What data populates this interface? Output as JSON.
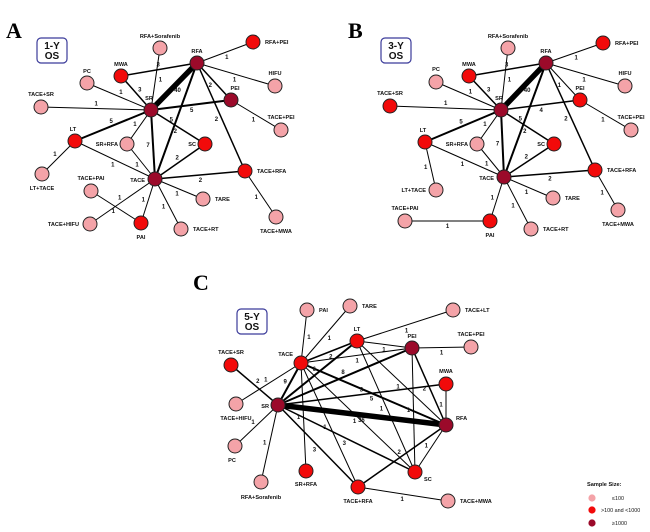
{
  "colors": {
    "small": "#f4a3a8",
    "medium": "#f20a0a",
    "large": "#9b0a2a",
    "stroke": "#222222",
    "badge_border": "#3b3b9a"
  },
  "legend": {
    "title": "Sample Size:",
    "items": [
      {
        "label": "≤100",
        "size": "small"
      },
      {
        "label": ">100 and <1000",
        "size": "medium"
      },
      {
        "label": "≥1000",
        "size": "large"
      }
    ]
  },
  "panels": [
    {
      "letter": "A",
      "badge": [
        "1-Y",
        "OS"
      ],
      "nodes": [
        {
          "id": "RFA+Sorafenib",
          "size": "small"
        },
        {
          "id": "RFA+PEI",
          "size": "medium"
        },
        {
          "id": "RFA",
          "size": "large"
        },
        {
          "id": "MWA",
          "size": "medium"
        },
        {
          "id": "PC",
          "size": "small"
        },
        {
          "id": "HIFU",
          "size": "small"
        },
        {
          "id": "TACE+SR",
          "size": "small"
        },
        {
          "id": "SR",
          "size": "large"
        },
        {
          "id": "PEI",
          "size": "large"
        },
        {
          "id": "TACE+PEI",
          "size": "small"
        },
        {
          "id": "LT",
          "size": "medium"
        },
        {
          "id": "SR+RFA",
          "size": "small"
        },
        {
          "id": "SC",
          "size": "medium"
        },
        {
          "id": "LT+TACE",
          "size": "small"
        },
        {
          "id": "TACE",
          "size": "large"
        },
        {
          "id": "TACE+RFA",
          "size": "medium"
        },
        {
          "id": "TACE+PAI",
          "size": "small"
        },
        {
          "id": "TARE",
          "size": "small"
        },
        {
          "id": "TACE+HIFU",
          "size": "small"
        },
        {
          "id": "PAI",
          "size": "medium"
        },
        {
          "id": "TACE+RT",
          "size": "small"
        },
        {
          "id": "TACE+MWA",
          "size": "small"
        }
      ],
      "edges": [
        {
          "a": "SR",
          "b": "RFA",
          "n": 40
        },
        {
          "a": "RFA",
          "b": "RFA+PEI",
          "n": 1
        },
        {
          "a": "RFA",
          "b": "HIFU",
          "n": 1
        },
        {
          "a": "RFA",
          "b": "MWA",
          "n": 3
        },
        {
          "a": "RFA",
          "b": "PEI",
          "n": 2
        },
        {
          "a": "RFA",
          "b": "TACE",
          "n": 5
        },
        {
          "a": "RFA",
          "b": "TACE+RFA",
          "n": 2
        },
        {
          "a": "SR",
          "b": "RFA+Sorafenib",
          "n": 1
        },
        {
          "a": "SR",
          "b": "MWA",
          "n": 3
        },
        {
          "a": "SR",
          "b": "PC",
          "n": 1
        },
        {
          "a": "SR",
          "b": "TACE+SR",
          "n": 1
        },
        {
          "a": "SR",
          "b": "PEI",
          "n": 5
        },
        {
          "a": "SR",
          "b": "LT",
          "n": 5
        },
        {
          "a": "SR",
          "b": "SR+RFA",
          "n": 1
        },
        {
          "a": "SR",
          "b": "SC",
          "n": 2
        },
        {
          "a": "SR",
          "b": "TACE",
          "n": 7
        },
        {
          "a": "PEI",
          "b": "TACE+PEI",
          "n": 1
        },
        {
          "a": "LT",
          "b": "LT+TACE",
          "n": 1
        },
        {
          "a": "LT",
          "b": "TACE",
          "n": 1
        },
        {
          "a": "SR+RFA",
          "b": "TACE",
          "n": 1
        },
        {
          "a": "SC",
          "b": "TACE",
          "n": 2
        },
        {
          "a": "TACE",
          "b": "TACE+RFA",
          "n": 2
        },
        {
          "a": "TACE",
          "b": "TARE",
          "n": 1
        },
        {
          "a": "TACE",
          "b": "TACE+HIFU",
          "n": 1
        },
        {
          "a": "TACE",
          "b": "PAI",
          "n": 1
        },
        {
          "a": "TACE",
          "b": "TACE+RT",
          "n": 1
        },
        {
          "a": "TACE+PAI",
          "b": "PAI",
          "n": 1
        },
        {
          "a": "TACE+RFA",
          "b": "TACE+MWA",
          "n": 1
        }
      ]
    },
    {
      "letter": "B",
      "badge": [
        "3-Y",
        "OS"
      ],
      "nodes": [
        {
          "id": "RFA+Sorafenib",
          "size": "small"
        },
        {
          "id": "RFA+PEI",
          "size": "medium"
        },
        {
          "id": "RFA",
          "size": "large"
        },
        {
          "id": "MWA",
          "size": "medium"
        },
        {
          "id": "PC",
          "size": "small"
        },
        {
          "id": "HIFU",
          "size": "small"
        },
        {
          "id": "TACE+SR",
          "size": "medium"
        },
        {
          "id": "SR",
          "size": "large"
        },
        {
          "id": "PEI",
          "size": "medium"
        },
        {
          "id": "TACE+PEI",
          "size": "small"
        },
        {
          "id": "LT",
          "size": "medium"
        },
        {
          "id": "SR+RFA",
          "size": "small"
        },
        {
          "id": "SC",
          "size": "medium"
        },
        {
          "id": "LT+TACE",
          "size": "small"
        },
        {
          "id": "TACE",
          "size": "large"
        },
        {
          "id": "TACE+RFA",
          "size": "medium"
        },
        {
          "id": "TACE+PAI",
          "size": "small"
        },
        {
          "id": "TARE",
          "size": "small"
        },
        {
          "id": "PAI",
          "size": "medium"
        },
        {
          "id": "TACE+RT",
          "size": "small"
        },
        {
          "id": "TACE+MWA",
          "size": "small"
        }
      ],
      "edges": [
        {
          "a": "SR",
          "b": "RFA",
          "n": 40
        },
        {
          "a": "RFA",
          "b": "RFA+PEI",
          "n": 1
        },
        {
          "a": "RFA",
          "b": "HIFU",
          "n": 1
        },
        {
          "a": "RFA",
          "b": "MWA",
          "n": 3
        },
        {
          "a": "RFA",
          "b": "PEI",
          "n": 1
        },
        {
          "a": "RFA",
          "b": "TACE",
          "n": 5
        },
        {
          "a": "RFA",
          "b": "TACE+RFA",
          "n": 2
        },
        {
          "a": "SR",
          "b": "RFA+Sorafenib",
          "n": 1
        },
        {
          "a": "SR",
          "b": "MWA",
          "n": 3
        },
        {
          "a": "SR",
          "b": "PC",
          "n": 1
        },
        {
          "a": "SR",
          "b": "TACE+SR",
          "n": 1
        },
        {
          "a": "SR",
          "b": "PEI",
          "n": 4
        },
        {
          "a": "SR",
          "b": "LT",
          "n": 5
        },
        {
          "a": "SR",
          "b": "SR+RFA",
          "n": 1
        },
        {
          "a": "SR",
          "b": "SC",
          "n": 2
        },
        {
          "a": "SR",
          "b": "TACE",
          "n": 7
        },
        {
          "a": "PEI",
          "b": "TACE+PEI",
          "n": 1
        },
        {
          "a": "LT",
          "b": "LT+TACE",
          "n": 1
        },
        {
          "a": "LT",
          "b": "TACE",
          "n": 1
        },
        {
          "a": "SR+RFA",
          "b": "TACE",
          "n": 1
        },
        {
          "a": "SC",
          "b": "TACE",
          "n": 2
        },
        {
          "a": "TACE",
          "b": "TACE+RFA",
          "n": 2
        },
        {
          "a": "TACE",
          "b": "TARE",
          "n": 1
        },
        {
          "a": "TACE",
          "b": "PAI",
          "n": 1
        },
        {
          "a": "TACE",
          "b": "TACE+RT",
          "n": 1
        },
        {
          "a": "TACE+PAI",
          "b": "PAI",
          "n": 1
        },
        {
          "a": "TACE+RFA",
          "b": "TACE+MWA",
          "n": 1
        }
      ]
    },
    {
      "letter": "C",
      "badge": [
        "5-Y",
        "OS"
      ],
      "nodes": [
        {
          "id": "PAI",
          "size": "small"
        },
        {
          "id": "TARE",
          "size": "small"
        },
        {
          "id": "TACE+LT",
          "size": "small"
        },
        {
          "id": "LT",
          "size": "medium"
        },
        {
          "id": "PEI",
          "size": "large"
        },
        {
          "id": "TACE+PEI",
          "size": "small"
        },
        {
          "id": "TACE+SR",
          "size": "medium"
        },
        {
          "id": "TACE",
          "size": "medium"
        },
        {
          "id": "MWA",
          "size": "medium"
        },
        {
          "id": "TACE+HIFU",
          "size": "small"
        },
        {
          "id": "SR",
          "size": "large"
        },
        {
          "id": "RFA",
          "size": "large"
        },
        {
          "id": "PC",
          "size": "small"
        },
        {
          "id": "SR+RFA",
          "size": "medium"
        },
        {
          "id": "SC",
          "size": "medium"
        },
        {
          "id": "RFA+Sorafenib",
          "size": "small"
        },
        {
          "id": "TACE+RFA",
          "size": "medium"
        },
        {
          "id": "TACE+MWA",
          "size": "small"
        }
      ],
      "edges": [
        {
          "a": "SR",
          "b": "RFA",
          "n": 36
        },
        {
          "a": "TACE",
          "b": "PAI",
          "n": 1
        },
        {
          "a": "TACE",
          "b": "TARE",
          "n": 1
        },
        {
          "a": "TACE",
          "b": "LT",
          "n": 2
        },
        {
          "a": "TACE",
          "b": "PEI",
          "n": 1
        },
        {
          "a": "TACE",
          "b": "RFA",
          "n": 5
        },
        {
          "a": "TACE",
          "b": "SR",
          "n": 9
        },
        {
          "a": "TACE",
          "b": "SR+RFA",
          "n": 1
        },
        {
          "a": "TACE",
          "b": "TACE+RFA",
          "n": 1
        },
        {
          "a": "TACE",
          "b": "SC",
          "n": 1
        },
        {
          "a": "TACE",
          "b": "TACE+HIFU",
          "n": 1
        },
        {
          "a": "LT",
          "b": "TACE+LT",
          "n": 1
        },
        {
          "a": "LT",
          "b": "PEI",
          "n": 1
        },
        {
          "a": "LT",
          "b": "SR",
          "n": 6
        },
        {
          "a": "LT",
          "b": "RFA",
          "n": 1
        },
        {
          "a": "LT",
          "b": "SC",
          "n": 1
        },
        {
          "a": "PEI",
          "b": "TACE+PEI",
          "n": 1
        },
        {
          "a": "PEI",
          "b": "SR",
          "n": 8
        },
        {
          "a": "PEI",
          "b": "RFA",
          "n": 2
        },
        {
          "a": "PEI",
          "b": "SC",
          "n": 1
        },
        {
          "a": "MWA",
          "b": "RFA",
          "n": 1
        },
        {
          "a": "MWA",
          "b": "SR",
          "n": 3
        },
        {
          "a": "SR",
          "b": "TACE+SR",
          "n": 2
        },
        {
          "a": "SR",
          "b": "PC",
          "n": 1
        },
        {
          "a": "SR",
          "b": "RFA+Sorafenib",
          "n": 1
        },
        {
          "a": "SR",
          "b": "SC",
          "n": 3
        },
        {
          "a": "SR",
          "b": "TACE+RFA",
          "n": 3
        },
        {
          "a": "RFA",
          "b": "SC",
          "n": 1
        },
        {
          "a": "RFA",
          "b": "TACE+RFA",
          "n": 2
        },
        {
          "a": "TACE+RFA",
          "b": "TACE+MWA",
          "n": 1
        }
      ]
    }
  ]
}
